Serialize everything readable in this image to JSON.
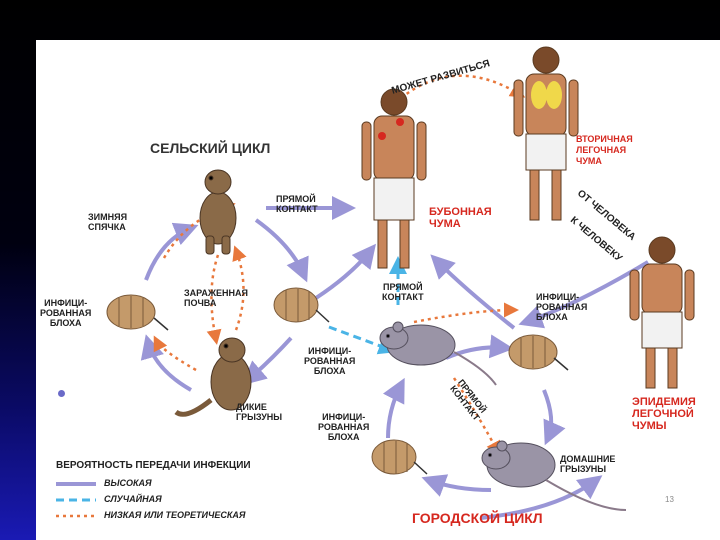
{
  "diagram": {
    "rural_cycle": "СЕЛЬСКИЙ ЦИКЛ",
    "urban_cycle": "ГОРОДСКОЙ ЦИКЛ",
    "may_develop": "МОЖЕТ РАЗВИТЬСЯ",
    "direct_contact_top": "ПРЯМОЙ\nКОНТАКТ",
    "bubonic_plague": "БУБОННАЯ\nЧУМА",
    "secondary_pneumonic": "ВТОРИЧНАЯ\nЛЕГОЧНАЯ\nЧУМА",
    "person_to_person_1": "ОТ ЧЕЛОВЕКА",
    "person_to_person_2": "К ЧЕЛОВЕКУ",
    "pneumonic_epidemic": "ЭПИДЕМИЯ\nЛЕГОЧНОЙ\nЧУМЫ",
    "winter_hibernation": "ЗИМНЯЯ\nСПЯЧКА",
    "infected_soil": "ЗАРАЖЕННАЯ\nПОЧВА",
    "infected_flea_left": "ИНФИЦИ-\nРОВАННАЯ\nБЛОХА",
    "wild_rodents": "ДИКИЕ\nГРЫЗУНЫ",
    "infected_flea_center": "ИНФИЦИ-\nРОВАННАЯ\nБЛОХА",
    "direct_contact_center": "ПРЯМОЙ\nКОНТАКТ",
    "infected_flea_right": "ИНФИЦИ-\nРОВАННАЯ\nБЛОХА",
    "direct_contact_diag": "ПРЯМОЙ\nКОНТАКТ",
    "infected_flea_bottom": "ИНФИЦИ-\nРОВАННАЯ\nБЛОХА",
    "domestic_rodents": "ДОМАШНИЕ\nГРЫЗУНЫ"
  },
  "legend": {
    "title": "ВЕРОЯТНОСТЬ ПЕРЕДАЧИ ИНФЕКЦИИ",
    "items": [
      {
        "label": "ВЫСОКАЯ",
        "color": "#9a96d6"
      },
      {
        "label": "СЛУЧАЙНАЯ",
        "color": "#4ab4e6"
      },
      {
        "label": "НИЗКАЯ ИЛИ ТЕОРЕТИЧЕСКАЯ",
        "color": "#e8783c"
      }
    ]
  },
  "page_number": "13",
  "colors": {
    "high": "#9a96d6",
    "random": "#4ab4e6",
    "low": "#e8783c",
    "red_text": "#d6281f"
  }
}
